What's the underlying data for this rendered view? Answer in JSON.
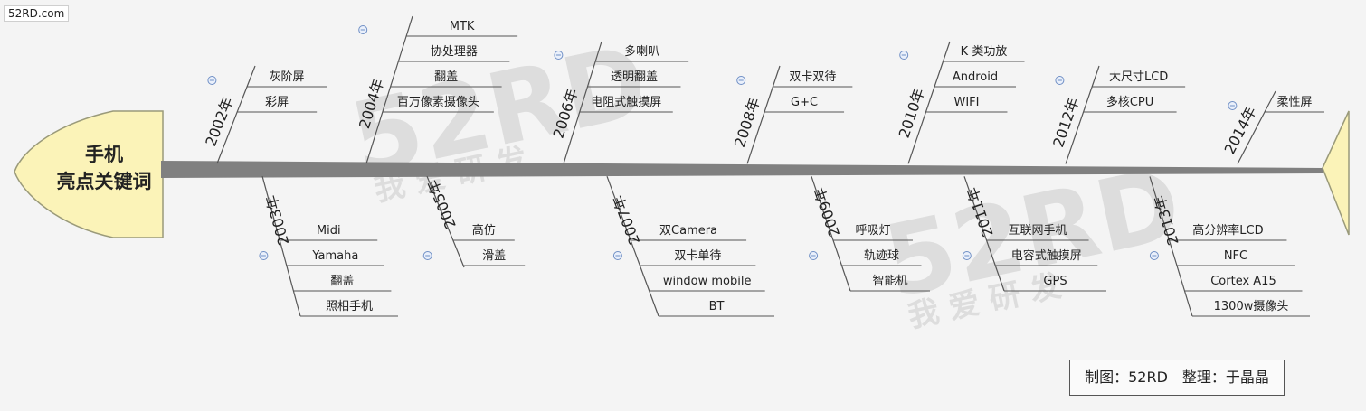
{
  "watermark_corner": "52RD.com",
  "watermark_big": "52RD",
  "watermark_sub": "我 爱 研 发",
  "head": {
    "line1": "手机",
    "line2": "亮点关键词"
  },
  "credit": "制图：52RD　整理：于晶晶",
  "colors": {
    "spine": "#808080",
    "head_fill": "#fbf3b8",
    "head_stroke": "#9a9a7a",
    "bone": "#555555",
    "collapse": "#6f8fc5"
  },
  "branches": [
    {
      "year": "2002年",
      "side": "top",
      "items": [
        "灰阶屏",
        "彩屏"
      ]
    },
    {
      "year": "2003年",
      "side": "bottom",
      "items": [
        "Midi",
        "Yamaha",
        "翻盖",
        "照相手机"
      ]
    },
    {
      "year": "2004年",
      "side": "top",
      "items": [
        "MTK",
        "协处理器",
        "翻盖",
        "百万像素摄像头"
      ]
    },
    {
      "year": "2005年",
      "side": "bottom",
      "items": [
        "高仿",
        "滑盖"
      ]
    },
    {
      "year": "2006年",
      "side": "top",
      "items": [
        "多喇叭",
        "透明翻盖",
        "电阻式触摸屏"
      ]
    },
    {
      "year": "2007年",
      "side": "bottom",
      "items": [
        "双Camera",
        "双卡单待",
        "window mobile",
        "BT"
      ]
    },
    {
      "year": "2008年",
      "side": "top",
      "items": [
        "双卡双待",
        "G+C"
      ]
    },
    {
      "year": "2009年",
      "side": "bottom",
      "items": [
        "呼吸灯",
        "轨迹球",
        "智能机"
      ]
    },
    {
      "year": "2010年",
      "side": "top",
      "items": [
        "K 类功放",
        "Android",
        "WIFI"
      ]
    },
    {
      "year": "2011年",
      "side": "bottom",
      "items": [
        "互联网手机",
        "电容式触摸屏",
        "GPS"
      ]
    },
    {
      "year": "2012年",
      "side": "top",
      "items": [
        "大尺寸LCD",
        "多核CPU"
      ]
    },
    {
      "year": "2013年",
      "side": "bottom",
      "items": [
        "高分辨率LCD",
        "NFC",
        "Cortex A15",
        "1300w摄像头"
      ]
    },
    {
      "year": "2014年",
      "side": "top",
      "items": [
        "柔性屏"
      ]
    }
  ]
}
